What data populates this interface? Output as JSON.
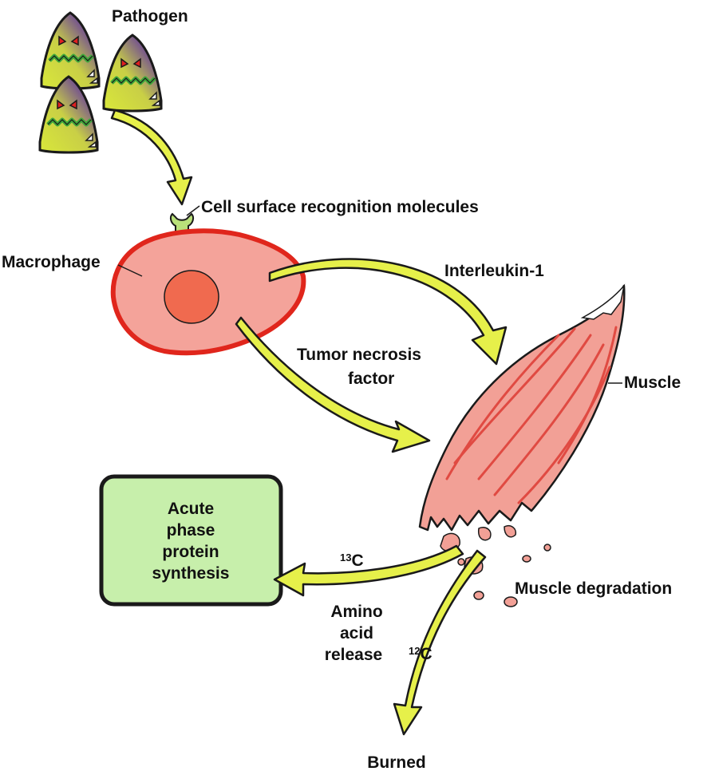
{
  "labels": {
    "pathogen": "Pathogen",
    "cell_surface": "Cell  surface  recognition  molecules",
    "macrophage": "Macrophage",
    "interleukin": "Interleukin-1",
    "tnf_line1": "Tumor  necrosis",
    "tnf_line2": "factor",
    "muscle": "Muscle",
    "muscle_degradation": "Muscle  degradation",
    "box_line1": "Acute",
    "box_line2": "phase",
    "box_line3": "protein",
    "box_line4": "synthesis",
    "c13_sup": "13",
    "c13_base": "C",
    "c12_sup": "12",
    "c12_base": "C",
    "amino_line1": "Amino",
    "amino_line2": "acid",
    "amino_line3": "release",
    "burned": "Burned"
  },
  "colors": {
    "arrow_fill": "#e6f04a",
    "arrow_stroke": "#1a1a1a",
    "cell_fill": "#f4a39a",
    "cell_border": "#e0261c",
    "nucleus": "#f06a4f",
    "receptor": "#b9e07a",
    "muscle_fill": "#f2a096",
    "muscle_streak": "#e04a42",
    "box_fill": "#c7efab",
    "pathogen_purple": "#5c3f86",
    "pathogen_yellow": "#d6e436",
    "pathogen_teeth": "#3ea83a",
    "pathogen_eyes": "#e02020"
  }
}
